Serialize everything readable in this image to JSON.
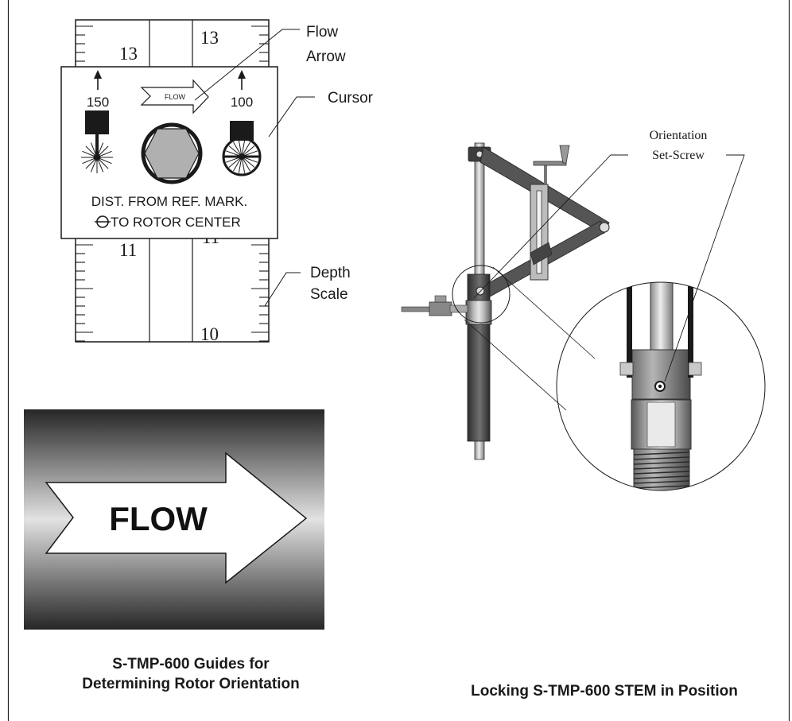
{
  "labels": {
    "flow_arrow_line1": "Flow",
    "flow_arrow_line2": "Arrow",
    "cursor": "Cursor",
    "depth_line1": "Depth",
    "depth_line2": "Scale",
    "orientation_line1": "Orientation",
    "orientation_line2": "Set-Screw"
  },
  "scale": {
    "num_top_left": "13",
    "num_top_right": "13",
    "num_mid_left": "11",
    "num_mid_right": "11",
    "num_bottom_right": "10"
  },
  "cursor_card": {
    "left_value": "150",
    "right_value": "100",
    "mini_flow": "FLOW",
    "dist_line1": "DIST. FROM REF. MARK.",
    "dist_line2": "TO ROTOR CENTER"
  },
  "big_arrow_text": "FLOW",
  "captions": {
    "left_line1": "S-TMP-600 Guides for",
    "left_line2": "Determining Rotor Orientation",
    "right": "Locking S-TMP-600 STEM in Position"
  },
  "colors": {
    "ink": "#1a1a1a",
    "metal_dark": "#3e3e3e",
    "metal_mid": "#6a6a6a",
    "metal_light": "#bdbdbd"
  }
}
